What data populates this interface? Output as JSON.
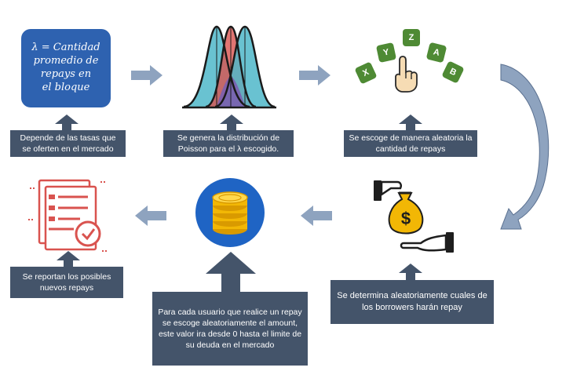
{
  "step1": {
    "lambda_text": "λ = Cantidad\npromedio de\nrepays en\nel bloque",
    "caption": "Depende de las tasas que se oferten en el mercado"
  },
  "step2": {
    "caption": "Se genera la distribución de Poisson para el λ escogido."
  },
  "step3": {
    "caption": "Se escoge de manera aleatoria la cantidad de repays",
    "tiles": [
      "X",
      "Y",
      "Z",
      "A",
      "B"
    ]
  },
  "step4": {
    "caption": "Se determina aleatoriamente cuales de los borrowers harán repay"
  },
  "step5": {
    "caption": "Para cada usuario que realice un repay se escoge aleatoriamente el amount, este valor ira desde 0 hasta el limite de su deuda en el mercado"
  },
  "step6": {
    "caption": "Se reportan los posibles nuevos repays"
  },
  "colors": {
    "caption_bg": "#44546a",
    "lambda_box": "#2e62b0",
    "arrow": "#8ea3bf",
    "tile": "#4e8a34",
    "curve_teal": "#4fb7c9",
    "curve_red": "#d9534f",
    "curve_purple": "#7b5fb0",
    "coin_circle": "#1f64c4",
    "coin": "#f2b705"
  }
}
